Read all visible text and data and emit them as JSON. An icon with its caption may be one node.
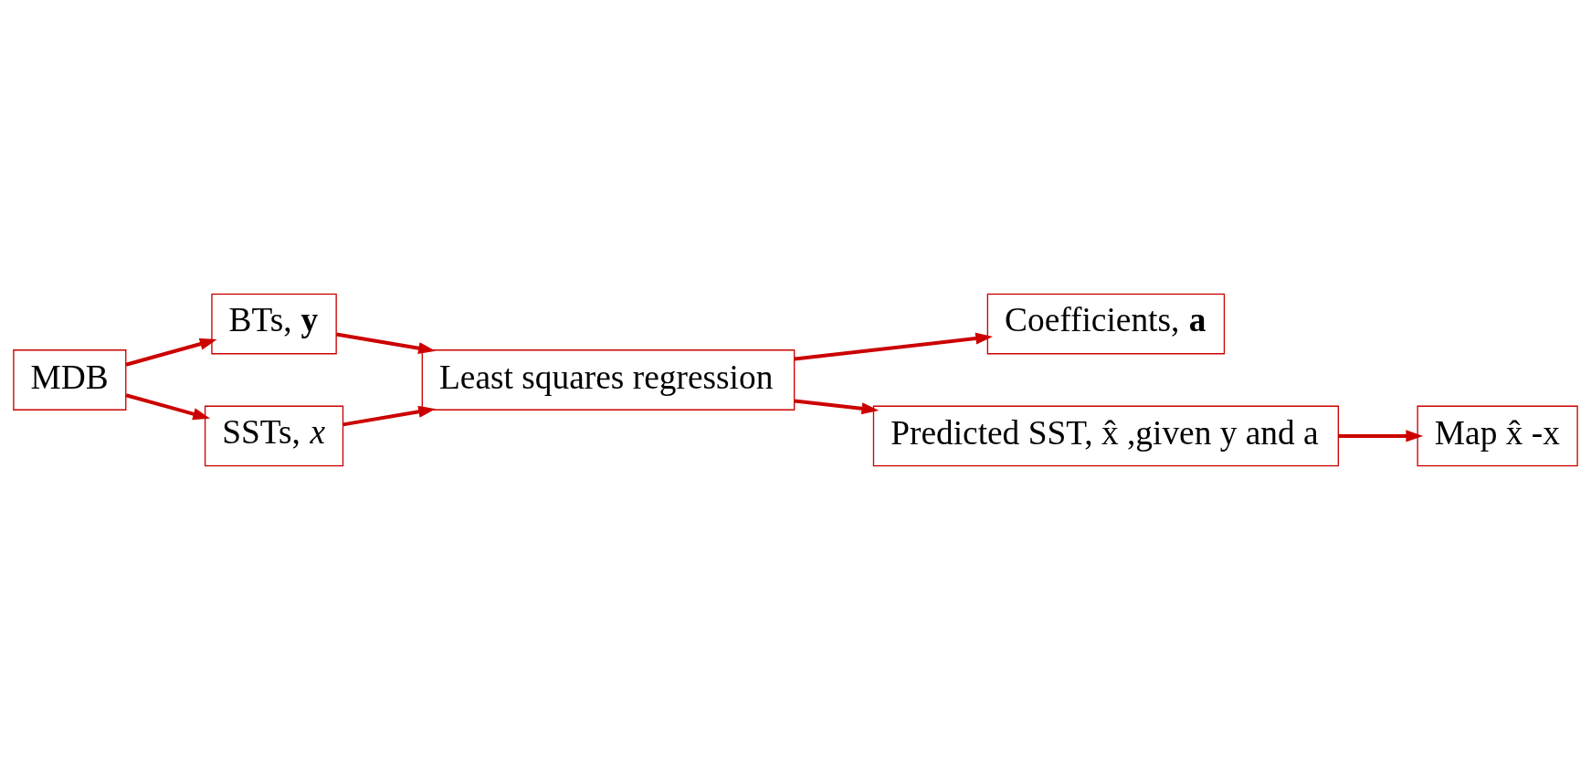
{
  "diagram": {
    "nodes": [
      {
        "text": [
          "MDB"
        ]
      },
      {
        "text": [
          "BTs, **y**"
        ]
      },
      {
        "text": [
          "SSTs, *x*"
        ]
      },
      {
        "text": [
          "Least squares regression"
        ]
      },
      {
        "text": [
          "Coefficients, **a**"
        ]
      },
      {
        "text": [
          "Predicted SST, *x̂* ,given **y** and **a**"
        ]
      },
      {
        "text": [
          "Map *x̂* -*x*"
        ]
      }
    ],
    "edges": [
      {
        "from": 0,
        "to": 1,
        "arrow": "to"
      },
      {
        "from": 0,
        "to": 2,
        "arrow": "to"
      },
      {
        "from": 1,
        "to": 3,
        "arrow": "to"
      },
      {
        "from": 2,
        "to": 3,
        "arrow": "to"
      },
      {
        "from": 3,
        "to": 4,
        "arrow": "to"
      },
      {
        "from": 3,
        "to": 5,
        "arrow": "to"
      },
      {
        "from": 5,
        "to": 6,
        "arrow": "to"
      }
    ]
  }
}
